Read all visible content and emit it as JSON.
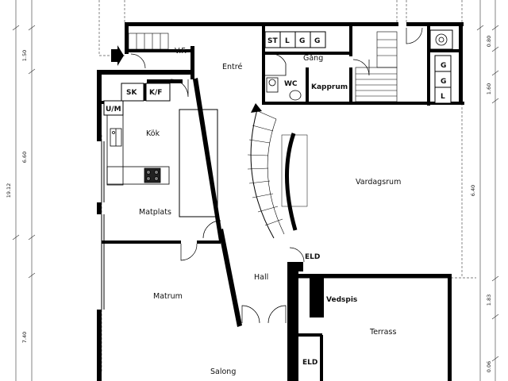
{
  "rooms": {
    "vf": "V.F.",
    "entre": "Entré",
    "gang": "Gång",
    "wc": "WC",
    "kapprum": "Kapprum",
    "kok": "Kök",
    "matplats": "Matplats",
    "vardagsrum": "Vardagsrum",
    "hall": "Hall",
    "matrum": "Matrum",
    "vedspis": "Vedspis",
    "terrass": "Terrass",
    "salong": "Salong",
    "eld_upper": "ELD",
    "eld_lower": "ELD"
  },
  "fixtures": {
    "sk": "SK",
    "kf": "K/F",
    "um": "U/M",
    "st": "ST",
    "l1": "L",
    "g1": "G",
    "g2": "G",
    "g_r1": "G",
    "g_r2": "G",
    "l_r": "L"
  },
  "dimensions": {
    "left": [
      "1.50",
      "6.60",
      "7.40"
    ],
    "overall": "19.12",
    "inner": "6.40",
    "right": [
      "0.80",
      "1.60",
      "1.83",
      "0.06"
    ]
  }
}
